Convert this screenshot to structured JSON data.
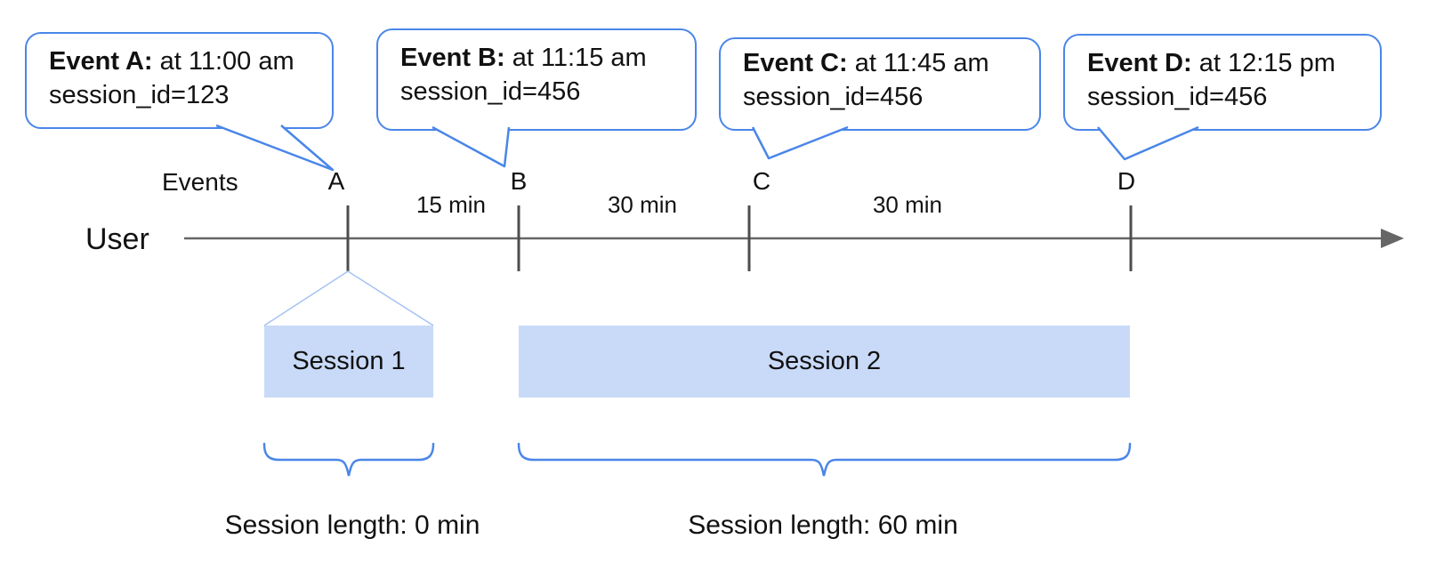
{
  "colors": {
    "accent_blue": "#4a86e8",
    "funnel_blue": "#a4c2f4",
    "bar_fill": "#c9daf8",
    "timeline_gray": "#666666",
    "tick_gray": "#4d4d4d",
    "text": "#111111"
  },
  "bubbles": [
    {
      "title": "Event A:",
      "detail": "at 11:00 am",
      "session": "session_id=123"
    },
    {
      "title": "Event B:",
      "detail": "at 11:15 am",
      "session": "session_id=456"
    },
    {
      "title": "Event C:",
      "detail": "at 11:45 am",
      "session": "session_id=456"
    },
    {
      "title": "Event D:",
      "detail": "at 12:15 pm",
      "session": "session_id=456"
    }
  ],
  "timeline": {
    "events_label": "Events",
    "user_label": "User",
    "ticks": [
      "A",
      "B",
      "C",
      "D"
    ],
    "intervals": [
      "15 min",
      "30 min",
      "30 min"
    ]
  },
  "sessions": [
    {
      "label": "Session 1",
      "length": "Session length: 0 min"
    },
    {
      "label": "Session 2",
      "length": "Session length: 60 min"
    }
  ]
}
